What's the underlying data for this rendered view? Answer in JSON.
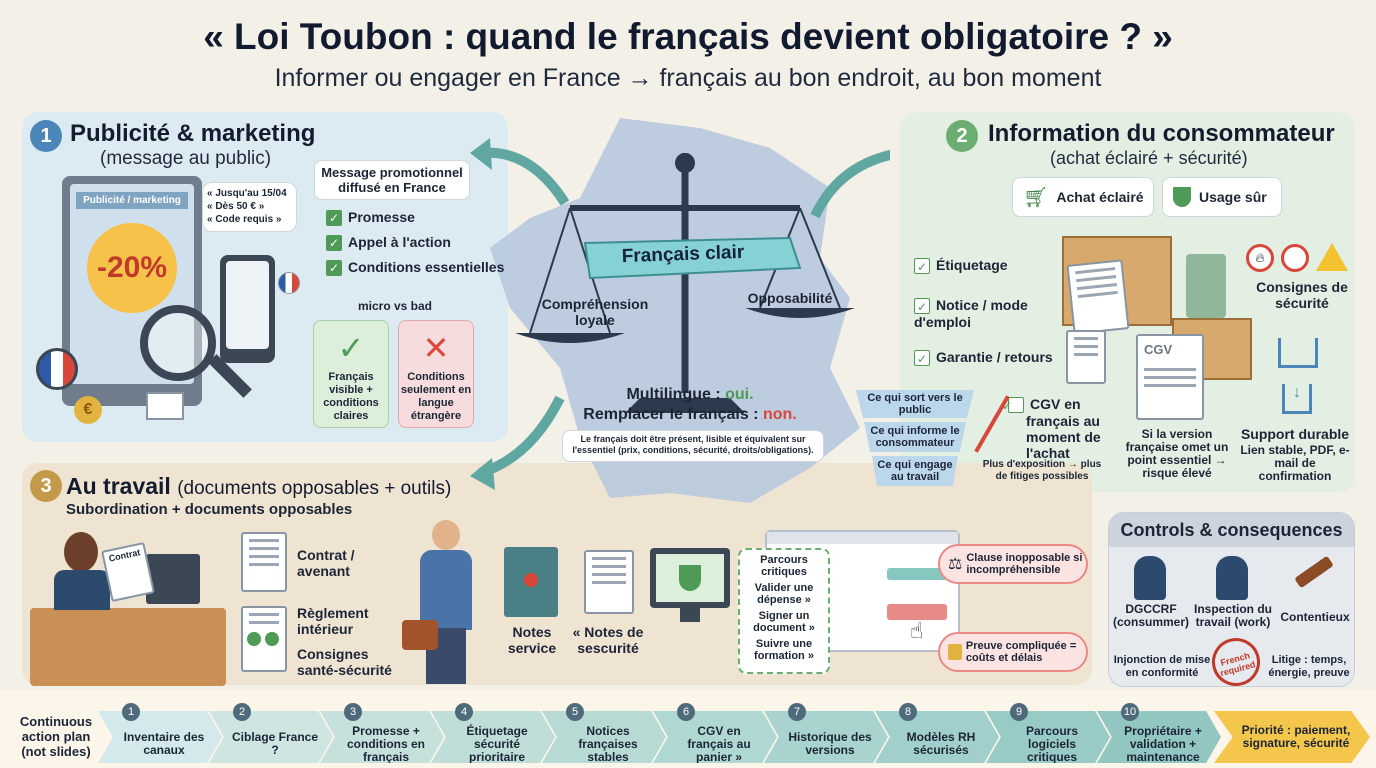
{
  "title": "« Loi Toubon : quand le français devient obligatoire ? »",
  "subtitle": "Informer ou engager en France → français au bon endroit, au bon moment",
  "center": {
    "banner": "Français clair",
    "left_label": "Compréhension loyale",
    "right_label": "Opposabilité",
    "multi_1a": "Multilingue : ",
    "multi_1b": "oui.",
    "multi_2a": "Remplacer le français : ",
    "multi_2b": "non.",
    "note": "Le français doit être présent, lisible et équivalent sur l'essentiel (prix, conditions, sécurité, droits/obligations)."
  },
  "section1": {
    "num": "1",
    "title": "Publicité & marketing",
    "subtitle": "(message au public)",
    "screen_label": "Publicité / marketing",
    "discount": "-20%",
    "bubble": [
      "« Jusqu'au 15/04",
      "« Dès 50 € »",
      "« Code requis »"
    ],
    "promo_title": "Message promotionnel diffusé en France",
    "checks": [
      "Promesse",
      "Appel à l'action",
      "Conditions essentielles"
    ],
    "compare_label": "micro vs bad",
    "good": "Français visible + conditions claires",
    "bad": "Conditions seulement en langue étrangère"
  },
  "section2": {
    "num": "2",
    "title": "Information du consommateur",
    "subtitle": "(achat éclairé + sécurité)",
    "pill1": "Achat éclairé",
    "pill2": "Usage sûr",
    "items": [
      "Étiquetage",
      "Notice / mode d'emploi",
      "Garantie / retours",
      "CGV en français au moment de l'achat"
    ],
    "safety": "Consignes de sécurité",
    "cgv_label": "CGV",
    "cgv_note": "Si la version française omet un point essentiel → risque élevé",
    "support_title": "Support durable",
    "support_text": "Lien stable, PDF, e-mail de confirmation",
    "funnel": [
      "Ce qui sort vers le public",
      "Ce qui informe le consommateur",
      "Ce qui engage au travail"
    ],
    "exposure": "Plus d'exposition → plus de fitiges possibles"
  },
  "section3": {
    "num": "3",
    "title": "Au travail",
    "title_suffix": "(documents opposables + outils)",
    "subtitle": "Subordination + documents opposables",
    "contract_tag": "Contrat",
    "docs": [
      "Contrat / avenant",
      "Règlement intérieur",
      "Consignes santé-sécurité"
    ],
    "notes1": "Notes service",
    "notes2": "« Notes de sescurité",
    "journeys": [
      "Parcours critiques",
      "Valider une dépense »",
      "Signer un document »",
      "Suivre une formation »"
    ],
    "clause": "Clause inopposable si incompréhensible",
    "proof": "Preuve compliquée = coûts et délais"
  },
  "controls": {
    "title": "Controls & consequences",
    "dgccrf": "DGCCRF (consummer)",
    "inspection": "Inspection du travail (work)",
    "contentieux": "Contentieux",
    "injonction": "Injonction de mise en conformité",
    "stamp": "French required",
    "litige": "Litige : temps, énergie, preuve"
  },
  "plan": {
    "label": "Continuous action plan (not slides)",
    "steps": [
      {
        "n": "1",
        "text": "Inventaire des canaux"
      },
      {
        "n": "2",
        "text": "Ciblage France ?"
      },
      {
        "n": "3",
        "text": "Promesse + conditions en français"
      },
      {
        "n": "4",
        "text": "Étiquetage sécurité prioritaire"
      },
      {
        "n": "5",
        "text": "Notices françaises stables"
      },
      {
        "n": "6",
        "text": "CGV en français au panier »"
      },
      {
        "n": "7",
        "text": "Historique des versions"
      },
      {
        "n": "8",
        "text": "Modèles RH sécurisés"
      },
      {
        "n": "9",
        "text": "Parcours logiciels critiques"
      },
      {
        "n": "10",
        "text": "Propriétaire + validation + maintenance"
      }
    ],
    "final": "Priorité : paiement, signature, sécurité"
  },
  "colors": {
    "green": "#4f9a57",
    "red": "#d9473b",
    "blue_badge": "#4a86b8",
    "gold_badge": "#c39a4a",
    "teal": "#5fa7a0"
  }
}
